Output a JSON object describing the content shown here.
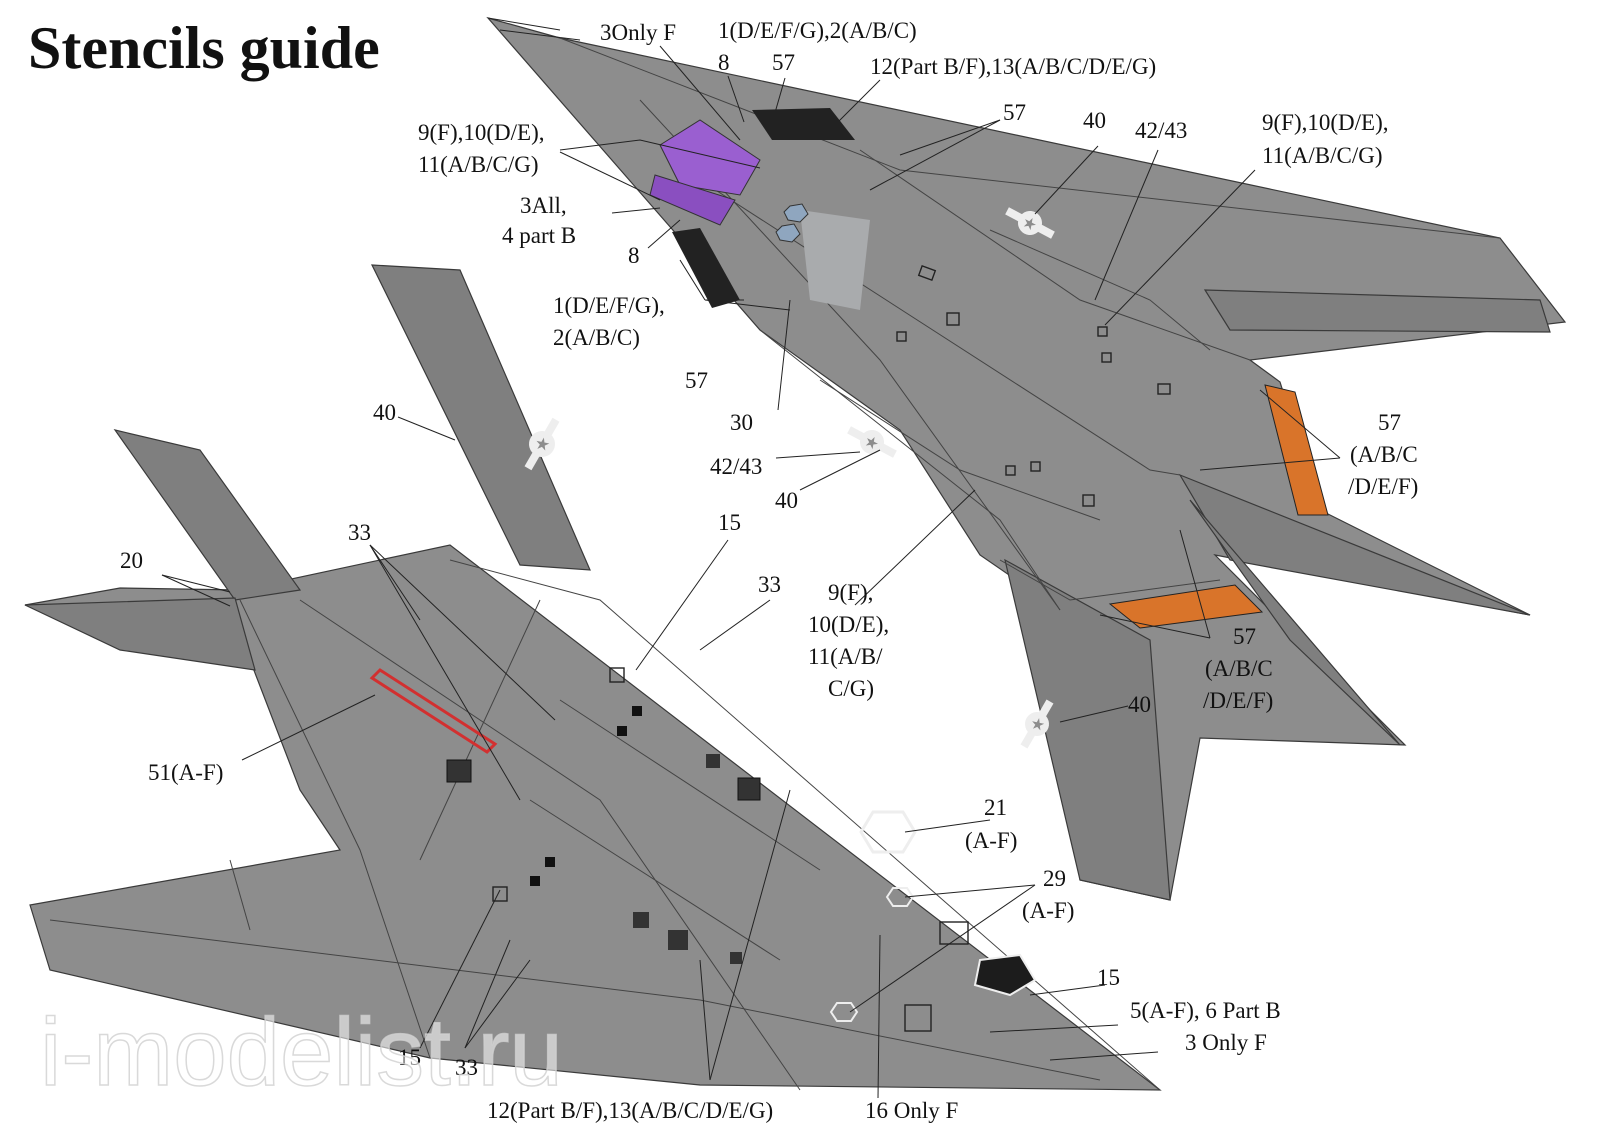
{
  "title": "Stencils guide",
  "watermark": "i-modelist.ru",
  "icons": [
    "usaf-roundel-icon",
    "f117-top-view",
    "f117-bottom-view"
  ],
  "colors": {
    "hull": "#8d8d8d",
    "orange_panel": "#d9742a",
    "canopy": "#9a5fd0",
    "red_outline": "#d23030",
    "black_panel": "#1c1c1c"
  },
  "top_labels": {
    "l_3only_f": "3Only F",
    "l_1_2_a": "1(D/E/F/G),2(A/B/C)",
    "l_8_a": "8",
    "l_57_a": "57",
    "l_12_13_a": "12(Part B/F),13(A/B/C/D/E/G)",
    "l_9_10_11_a1": "9(F),10(D/E),",
    "l_9_10_11_a2": "11(A/B/C/G)",
    "l_57_b": "57",
    "l_40_a": "40",
    "l_4243_a": "42/43",
    "l_9_10_11_b1": "9(F),10(D/E),",
    "l_9_10_11_b2": "11(A/B/C/G)",
    "l_3all": "3All,",
    "l_4partb": "4 part B",
    "l_8_b": "8",
    "l_1_2_b1": "1(D/E/F/G),",
    "l_1_2_b2": "2(A/B/C)",
    "l_57_c": "57",
    "l_30": "30",
    "l_4243_b": "42/43",
    "l_40_b": "40",
    "l_57_d1": "57",
    "l_57_d2": "(A/B/C",
    "l_57_d3": "/D/E/F)",
    "l_9_c1": "9(F),",
    "l_9_c2": "10(D/E),",
    "l_9_c3": "11(A/B/",
    "l_9_c4": "C/G)",
    "l_57_e1": "57",
    "l_57_e2": "(A/B/C",
    "l_57_e3": "/D/E/F)",
    "l_40_c": "40"
  },
  "bottom_labels": {
    "l_40": "40",
    "l_20": "20",
    "l_33_a": "33",
    "l_15_a": "15",
    "l_33_b": "33",
    "l_51": "51(A-F)",
    "l_21a": "21",
    "l_21b": "(A-F)",
    "l_29a": "29",
    "l_29b": "(A-F)",
    "l_15_b": "15",
    "l_5_6": "5(A-F), 6 Part B",
    "l_3onlyf": "3 Only F",
    "l_15_c": "15",
    "l_33_c": "33",
    "l_12_13": "12(Part B/F),13(A/B/C/D/E/G)",
    "l_16": "16 Only F"
  }
}
